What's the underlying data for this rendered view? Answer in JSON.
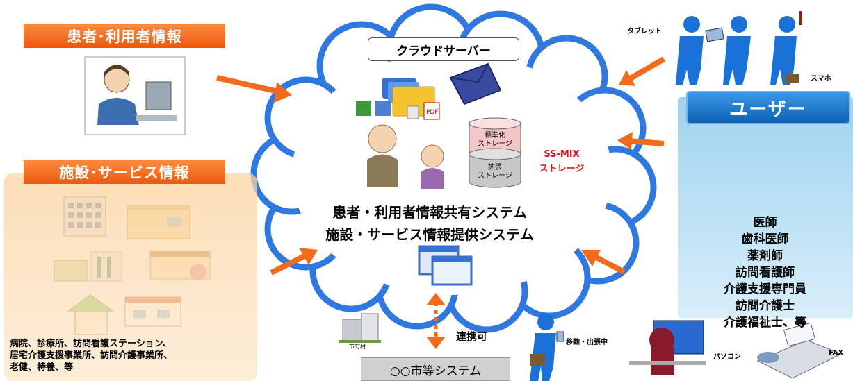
{
  "patient_banner": "患者･利用者情報",
  "facility_banner": "施設･サービス情報",
  "cloud_server_label": "クラウドサーバー",
  "storage": {
    "standard": "標準化\nストレージ",
    "extended": "拡張\nストレージ",
    "ssmix_line1": "SS-MIX",
    "ssmix_line2": "ストレージ"
  },
  "systems": {
    "line1": "患者・利用者情報共有システム",
    "line2": "施設・サービス情報提供システム"
  },
  "devices": {
    "tablet": "タブレット",
    "smartphone": "スマホ",
    "mobile": "移動・出張中",
    "pc": "パソコン",
    "fax": "FAX"
  },
  "user_banner": "ユーザー",
  "roles": [
    "医師",
    "歯科医師",
    "薬剤師",
    "訪問看護師",
    "介護支援専門員",
    "訪問介護士",
    "介護福祉士、等"
  ],
  "facility_caption": [
    "病院、診療所、訪問看護ステーション、",
    "居宅介護支援事業所、訪問介護事業所、",
    "老健、特養、等"
  ],
  "municipality_label": "市町村",
  "link_label": "連携可",
  "city_system_label": "○○市等システム",
  "colors": {
    "arrow": "#f26a1b",
    "cloud_stroke": "#2f78e0",
    "banner_orange": "#e8601a",
    "user_blue": "#1a72c4",
    "ssmix_red": "#e0101a"
  }
}
